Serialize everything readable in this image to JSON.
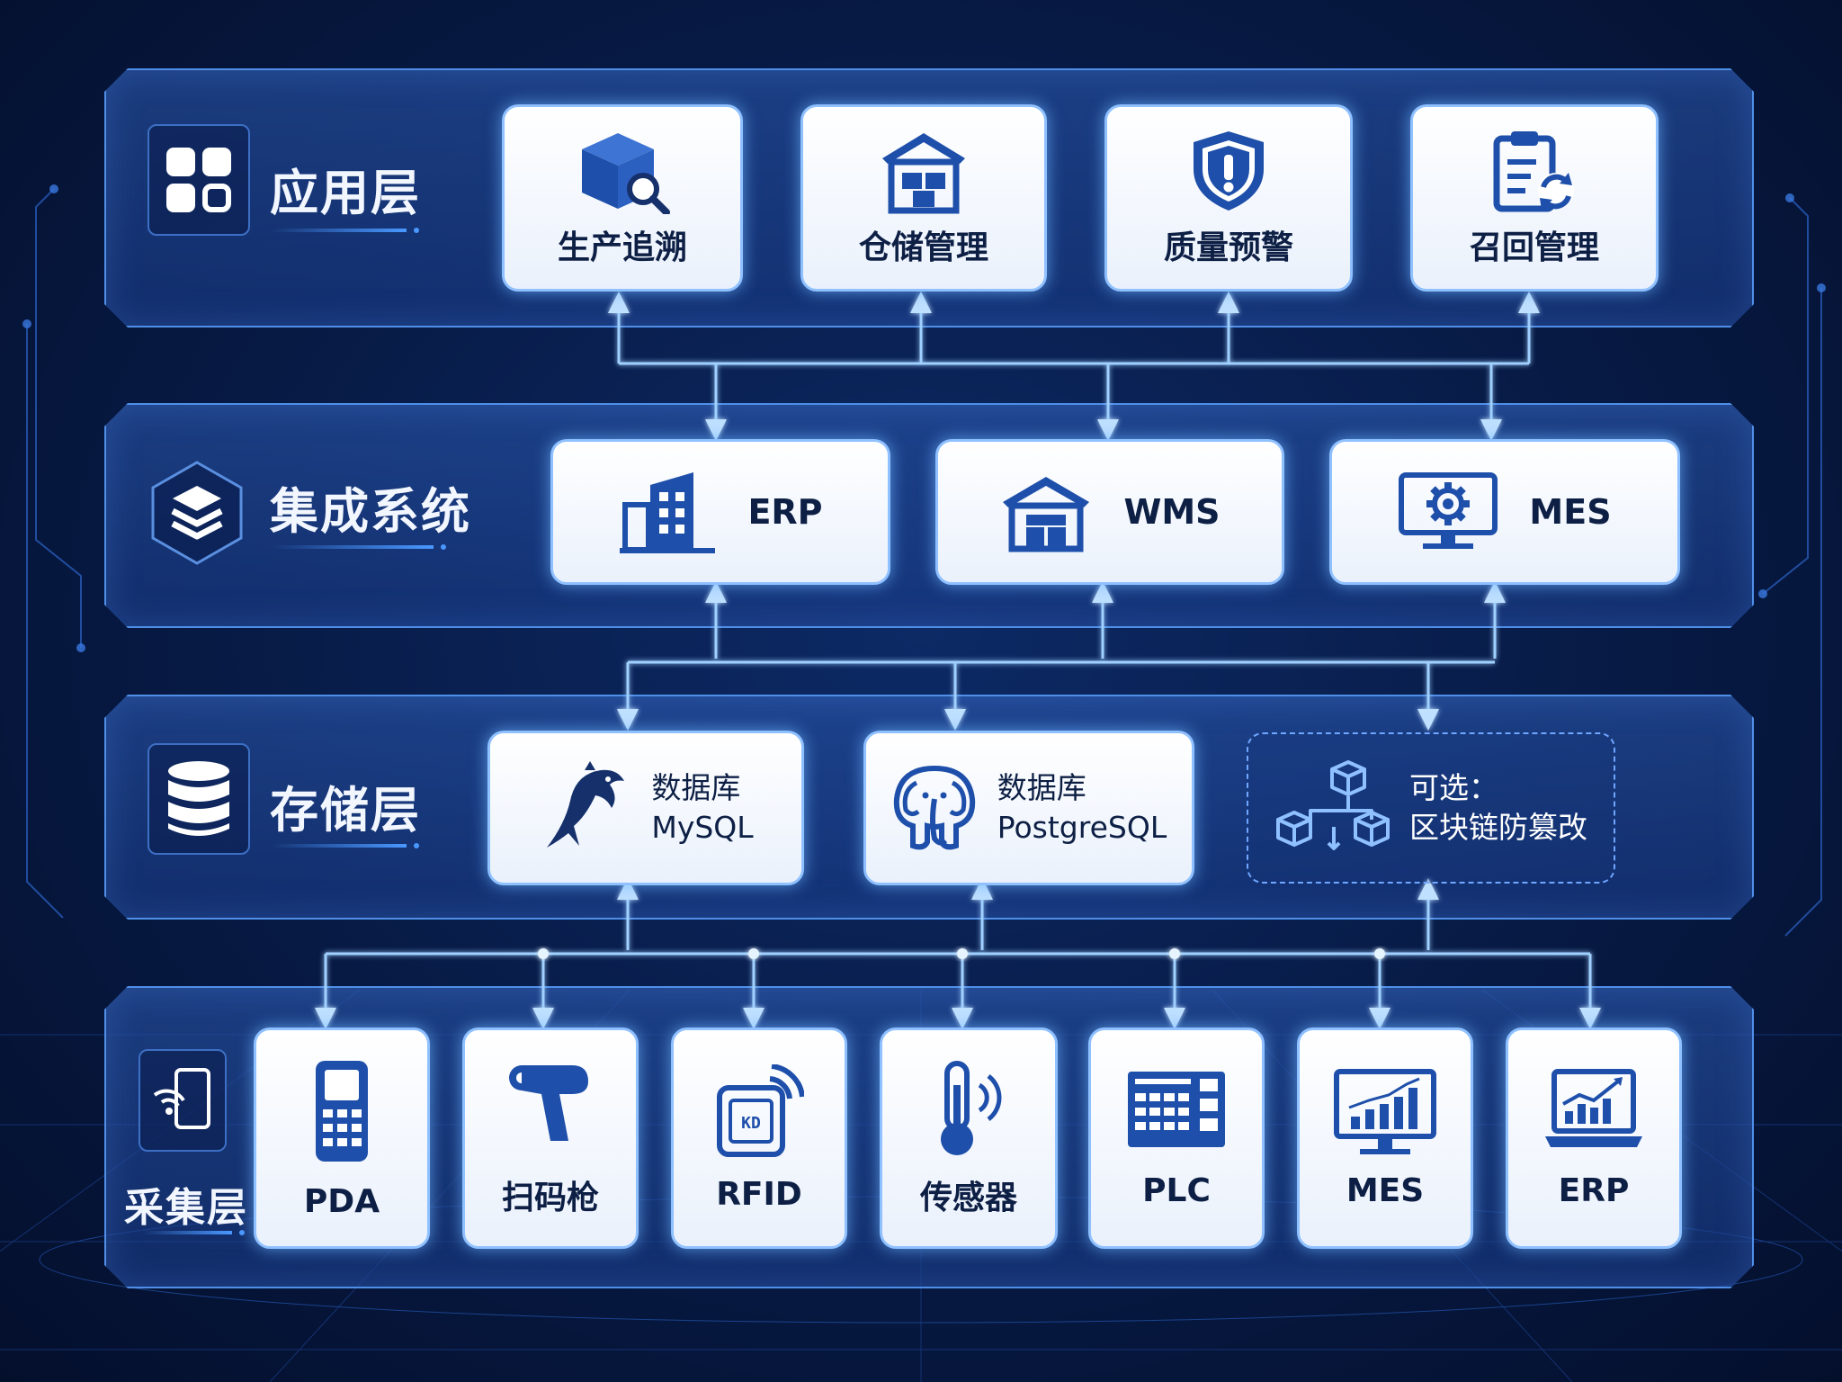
{
  "colors": {
    "background": "#071a44",
    "panel": "#2654a8",
    "card": "#ffffff",
    "accent": "#4a98ff",
    "icon": "#1e4faa"
  },
  "layers": {
    "application": {
      "title": "应用层",
      "icon": "grid-icon",
      "modules": [
        {
          "label": "生产追溯",
          "icon": "package-search-icon"
        },
        {
          "label": "仓储管理",
          "icon": "warehouse-icon"
        },
        {
          "label": "质量预警",
          "icon": "shield-alert-icon"
        },
        {
          "label": "召回管理",
          "icon": "clipboard-refresh-icon"
        }
      ]
    },
    "integration": {
      "title": "集成系统",
      "icon": "stack-icon",
      "systems": [
        {
          "label": "ERP",
          "icon": "building-icon"
        },
        {
          "label": "WMS",
          "icon": "warehouse-icon"
        },
        {
          "label": "MES",
          "icon": "monitor-gear-icon"
        }
      ]
    },
    "storage": {
      "title": "存储层",
      "icon": "database-icon",
      "databases": [
        {
          "line1": "数据库",
          "line2": "MySQL",
          "icon": "dolphin-icon"
        },
        {
          "line1": "数据库",
          "line2": "PostgreSQL",
          "icon": "elephant-icon"
        }
      ],
      "optional": {
        "line1": "可选：",
        "line2": "区块链防篡改",
        "icon": "blockchain-cubes-icon"
      }
    },
    "collection": {
      "title": "采集层",
      "icon": "nfc-icon",
      "devices": [
        {
          "label": "PDA",
          "icon": "handheld-icon"
        },
        {
          "label": "扫码枪",
          "icon": "scanner-gun-icon"
        },
        {
          "label": "RFID",
          "icon": "rfid-tag-icon"
        },
        {
          "label": "传感器",
          "icon": "thermometer-icon"
        },
        {
          "label": "PLC",
          "icon": "plc-panel-icon"
        },
        {
          "label": "MES",
          "icon": "monitor-chart-icon"
        },
        {
          "label": "ERP",
          "icon": "laptop-chart-icon"
        }
      ]
    }
  }
}
